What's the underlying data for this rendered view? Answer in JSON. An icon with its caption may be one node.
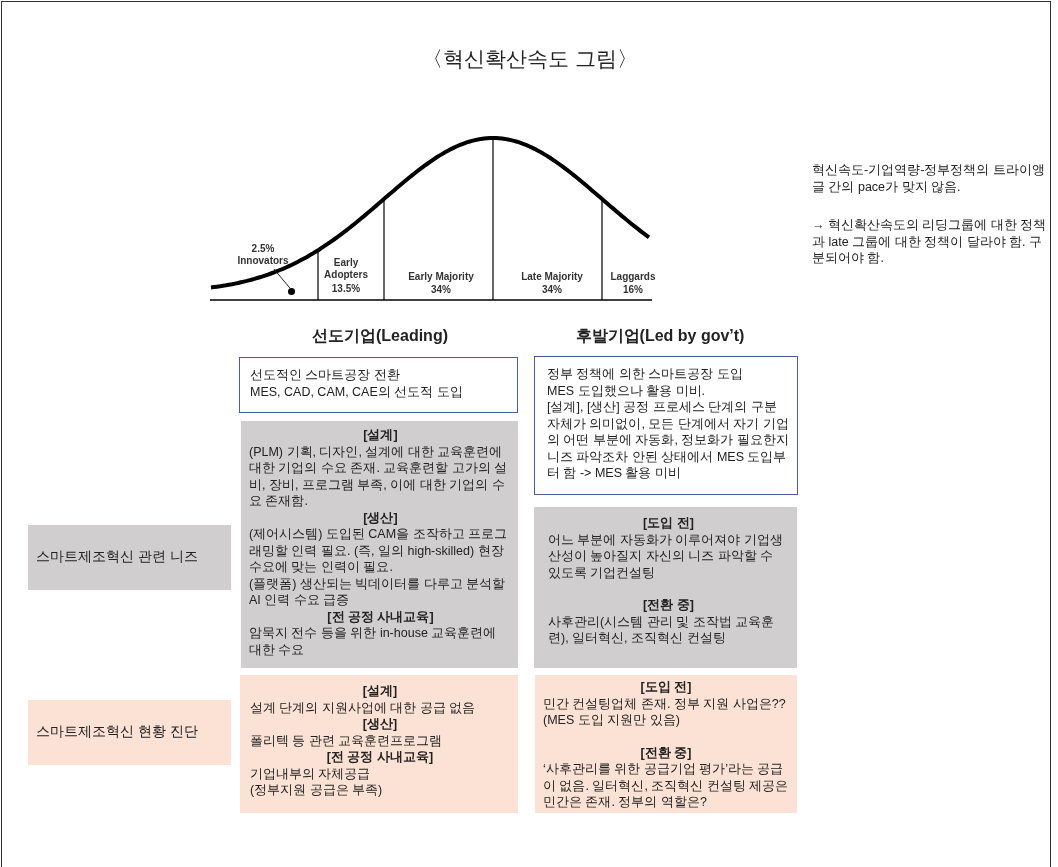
{
  "diagram": {
    "title": "〈혁신확산속도 그림〉",
    "nodes": [
      {
        "text": [
          "2.5% Innovators"
        ]
      },
      {
        "text": [],
        "shape": "circle"
      },
      {
        "text": [
          "선도적인 스마트공장 전환",
          "MES, CAD, CAM, CAE의 선도적 도입"
        ]
      },
      {
        "text": [
          "정부 정책에 의한 스마트공장 도입",
          "MES 도입했으나 활용 미비.",
          "[설계], [생산] 공정 프로세스 단계의 구분 자체가 의미없이, 모든 단계에서 자기 기업의 어떤 부분에 자동화, 정보화가 필요한지 니즈 파악조차 안된 상태에서 MES 도입부터 함 -> MES 활용 미비"
        ]
      },
      {
        "text": [
          "스마트제조혁신 관련 니즈"
        ]
      },
      {
        "text": [
          "[설계]",
          "(PLM) 기획, 디자인, 설계에 대한 교육훈련에 대한 기업의 수요 존재. 교육훈련할 고가의 설비, 장비, 프로그램 부족, 이에 대한 기업의 수요 존재함.",
          "[생산]",
          "(제어시스템) 도입된 CAM을 조작하고 프로그래밍할 인력 필요. (즉, 일의 high-skilled) 현장수요에 맞는 인력이 필요.",
          "(플랫폼) 생산되는 빅데이터를 다루고 분석할 AI 인력 수요 급증",
          "[전 공정 사내교육]",
          "암묵지 전수 등을 위한 in-house 교육훈련에 대한 수요"
        ]
      },
      {
        "text": [
          "[도입 전]",
          "어느 부분에 자동화가 이루어져야 기업생산성이 높아질지 자신의 니즈 파악할 수 있도록 기업컨설팅",
          "[전환 중]",
          "사후관리(시스템 관리 및 조작법 교육훈련), 일터혁신, 조직혁신 컨설팅"
        ]
      },
      {
        "text": [
          "스마트제조혁신 현황 진단"
        ]
      },
      {
        "text": [
          "[설계]",
          "설계 단계의 지원사업에 대한 공급 없음",
          "[생산]",
          "폴리텍 등 관련 교육훈련프로그램",
          "[전 공정 사내교육]",
          "기업내부의 자체공급",
          "(정부지원 공급은 부족)"
        ]
      },
      {
        "text": [
          "[도입 전]",
          "민간 컨설팅업체 존재. 정부 지원 사업은??",
          "(MES 도입 지원만 있음)",
          "[전환 중]",
          "‘사후관리를 위한 공급기업 평가’라는 공급이 없음. 일터혁신, 조직혁신 컨설팅 제공은 민간은 존재. 정부의 역할은?"
        ]
      }
    ],
    "edges": [
      {
        "from": 0,
        "to": 1,
        "arrow": "none"
      }
    ],
    "labels": [
      "Early Adopters",
      "13.5%",
      "Early Majority",
      "34%",
      "Late Majority",
      "34%",
      "Laggards",
      "16%",
      "혁신속도-기업역량-정부정책의 트라이앵글 간의 pace가 맞지 않음.",
      "→ 혁신확산속도의 리딩그룹에 대한 정책과 late 그룹에 대한 정책이 달라야 함. 구분되어야 함.",
      "선도기업(Leading)",
      "후발기업(Led by gov’t)"
    ]
  }
}
